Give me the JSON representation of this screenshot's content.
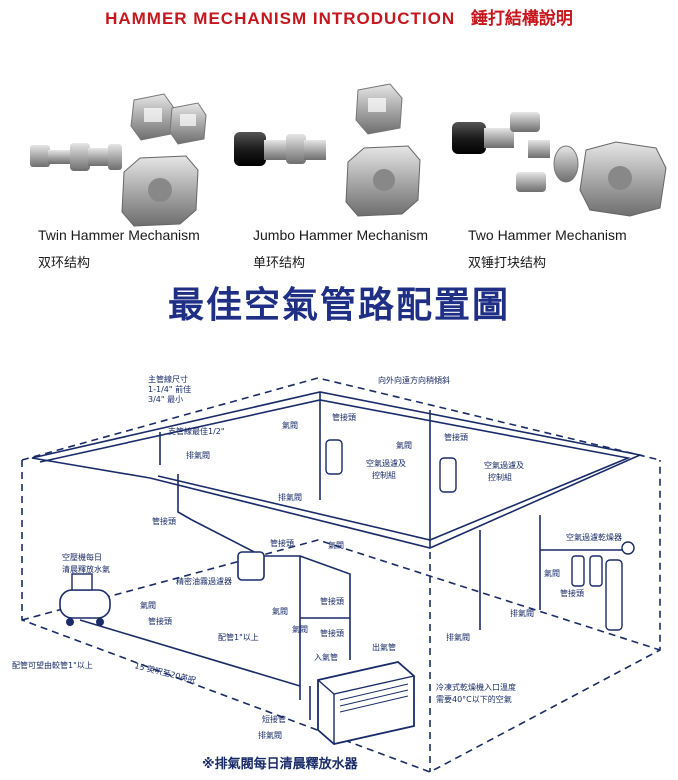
{
  "header": {
    "title_en": "HAMMER MECHANISM INTRODUCTION",
    "title_zh": "錘打結構說明",
    "color": "#c8161d"
  },
  "mechanisms": [
    {
      "name": "Twin Hammer Mechanism",
      "name_zh": "双环结构"
    },
    {
      "name": "Jumbo Hammer Mechanism",
      "name_zh": "单环结构"
    },
    {
      "name": "Two Hammer Mechanism",
      "name_zh": "双锤打块结构"
    }
  ],
  "diagram": {
    "title": "最佳空氣管路配置圖",
    "title_color": "#1f2f86",
    "line_color": "#1a2b6a",
    "labels": {
      "main_pipe_size": [
        "主管線尺寸",
        "1-1/4\" 前佳",
        "3/4\" 最小"
      ],
      "flow_direction": "向外向遠方向稍傾斜",
      "branch_pipe": "支管線最佳1/2\"",
      "drain_valve_1": "排氣閥",
      "air_valve_1": "氣閥",
      "quick_coupler_1": "管接頭",
      "filter_regulator_1": [
        "空氣過濾及",
        "控制組"
      ],
      "drain_valve_2": "排氣閥",
      "air_valve_2": "氣閥",
      "quick_coupler_2": "管接頭",
      "filter_regulator_2": [
        "空氣過濾及",
        "控制組"
      ],
      "quick_coupler_3": "管接頭",
      "quick_coupler_4": "管接頭",
      "air_valve_3": "氣閥",
      "precision_filter": "精密油霧過濾器",
      "air_valve_4": "氣閥",
      "quick_coupler_5": "管接頭",
      "air_valve_5": "氣閥",
      "quick_coupler_6": "管接頭",
      "compressor_drain": [
        "空壓機每日",
        "清晨釋放水氣"
      ],
      "air_valve_6": "氣閥",
      "quick_coupler_7": "管接頭",
      "pipe_1in": "配管1\"以上",
      "inlet_pipe": "入氣管",
      "outlet_pipe": "出氣管",
      "distance": "15 英呎至20英呎",
      "piping_note": "配管可望由較管1\"以上",
      "dryer_note": [
        "冷凍式乾燥機入口溫度",
        "需要40°C以下的空氣"
      ],
      "short_pipe": "短接管",
      "drain_valve_3": "排氣閥",
      "dryer_filter": "空氣過濾乾燥器",
      "air_valve_7": "氣閥",
      "quick_coupler_8": "管接頭",
      "drain_valve_4": "排氣閥",
      "drain_valve_5": "排氣閥"
    },
    "footnote": "※排氣閥每日清晨釋放水器"
  }
}
